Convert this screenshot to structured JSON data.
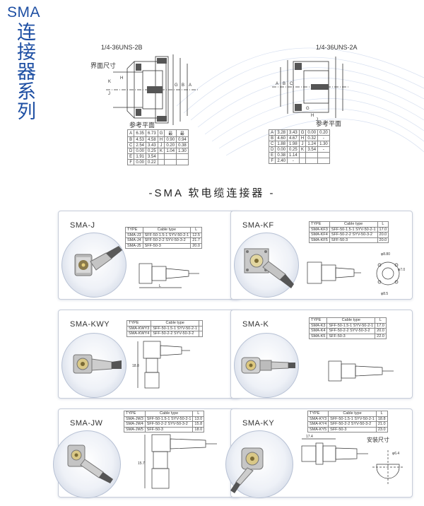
{
  "header": {
    "series_latin": "SMA",
    "series_cjk": "连接器系列"
  },
  "interface_drawings": {
    "left_thread": "1/4-36UNS-2B",
    "right_thread": "1/4-36UNS-2A",
    "interface_label": "界面尺寸",
    "ref_plane_left": "参考平面",
    "ref_plane_right": "参考平面",
    "left_table": {
      "rows": [
        [
          "A",
          "6.35",
          "6.73",
          "G",
          "最",
          "最"
        ],
        [
          "B",
          "4.53",
          "4.58",
          "H",
          "0.90",
          "0.94"
        ],
        [
          "C",
          "2.54",
          "3.43",
          "J",
          "0.20",
          "0.38"
        ],
        [
          "D",
          "0.00",
          "0.25",
          "K",
          "1.04",
          "1.30"
        ],
        [
          "E",
          "1.91",
          "3.54",
          "",
          "",
          ""
        ],
        [
          "F",
          "0.00",
          "0.22",
          "",
          "",
          ""
        ]
      ]
    },
    "right_table": {
      "rows": [
        [
          "A",
          "3.28",
          "3.43",
          "G",
          "0.00",
          "0.20"
        ],
        [
          "B",
          "4.60",
          "4.67",
          "H",
          "0.32",
          "-"
        ],
        [
          "C",
          "1.88",
          "1.98",
          "J",
          "1.24",
          "1.30"
        ],
        [
          "D",
          "0.00",
          "0.25",
          "K",
          "3.54",
          "-"
        ],
        [
          "E",
          "0.38",
          "1.14",
          "",
          "",
          ""
        ],
        [
          "F",
          "2.40",
          "-",
          "",
          "",
          ""
        ]
      ]
    }
  },
  "section_title": "-SMA 软电缆连接器 -",
  "products": [
    {
      "name": "SMA-J",
      "header": [
        "TYPE",
        "Cable type",
        "L"
      ],
      "rows": [
        [
          "SMA-J3",
          "SFF-50-1.5-1   SYV-50-2-1",
          "12.5"
        ],
        [
          "SMA-J4",
          "SFF-50-2-2   SYV-50-3-2",
          "21.7"
        ],
        [
          "SMA-J5",
          "SFF-50-3",
          "20.0"
        ]
      ]
    },
    {
      "name": "SMA-KF",
      "header": [
        "TYPE",
        "Cable type",
        "L"
      ],
      "rows": [
        [
          "SMA-KF3",
          "SFF-50-1.5-1   SYV-50-2-1",
          "17.0"
        ],
        [
          "SMA-KF4",
          "SFF-50-2-2   SYV-50-3-2",
          "20.0"
        ],
        [
          "SMA-KF5",
          "SFF-50-3",
          "20.0"
        ]
      ]
    },
    {
      "name": "SMA-KWY",
      "header": [
        "TYPE",
        "Cable type",
        ""
      ],
      "rows": [
        [
          "SMA-KWY3",
          "SFF-50-1.5-1   SYV-50-2-1",
          ""
        ],
        [
          "SMA-KWY4",
          "SFF-50-2-2   SYV-50-3-2",
          ""
        ]
      ]
    },
    {
      "name": "SMA-K",
      "header": [
        "TYPE",
        "Cable type",
        "L"
      ],
      "rows": [
        [
          "SMA-K3",
          "SFF-50-1.5-1   SYV-50-2-1",
          "17.0"
        ],
        [
          "SMA-K4",
          "SFF-50-2-2   SYV-50-3-2",
          "20.0"
        ],
        [
          "SMA-K5",
          "SFF-50-3",
          "22.0"
        ]
      ]
    },
    {
      "name": "SMA-JW",
      "header": [
        "TYPE",
        "Cable type",
        "L"
      ],
      "rows": [
        [
          "SMA-JW3",
          "SFF-50-1.5-1   SYV-50-2-1",
          "13.0"
        ],
        [
          "SMA-JW4",
          "SFF-50-2-2   SYV-50-3-2",
          "15.8"
        ],
        [
          "SMA-JW5",
          "SFF-50-3",
          "18.0"
        ]
      ]
    },
    {
      "name": "SMA-KY",
      "header": [
        "TYPE",
        "Cable type",
        "L"
      ],
      "rows": [
        [
          "SMA-KY3",
          "SFF-50-1.5-1   SYV-50-2-1",
          "18.8"
        ],
        [
          "SMA-KY4",
          "SFF-50-2-2   SYV-50-3-2",
          "21.0"
        ],
        [
          "SMA-KY5",
          "SFF-50-3",
          "23.0"
        ]
      ]
    }
  ],
  "install_label": "安装尺寸",
  "colors": {
    "accent": "#1e4fa3",
    "card_border": "#c7cdd9",
    "deco_lines": "#c5d2ea"
  }
}
